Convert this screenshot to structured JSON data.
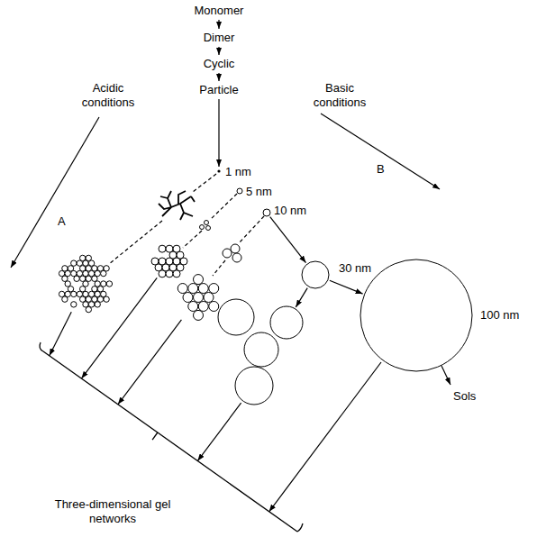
{
  "diagram": {
    "nodes": [
      {
        "text": [
          "Monomer"
        ]
      },
      {
        "text": [
          "Dimer"
        ]
      },
      {
        "text": [
          "Cyclic"
        ]
      },
      {
        "text": [
          "Particle"
        ]
      }
    ],
    "edges": [
      {
        "from": 0,
        "to": 1,
        "arrow": "to"
      },
      {
        "from": 1,
        "to": 2,
        "arrow": "to"
      },
      {
        "from": 2,
        "to": 3,
        "arrow": "to"
      }
    ],
    "labels": [
      "Acidic conditions",
      "A",
      "1 nm",
      "5 nm",
      "10 nm",
      "Basic conditions",
      "B",
      "30 nm",
      "100 nm",
      "Three-dimensional gel networks",
      "Sols"
    ]
  }
}
